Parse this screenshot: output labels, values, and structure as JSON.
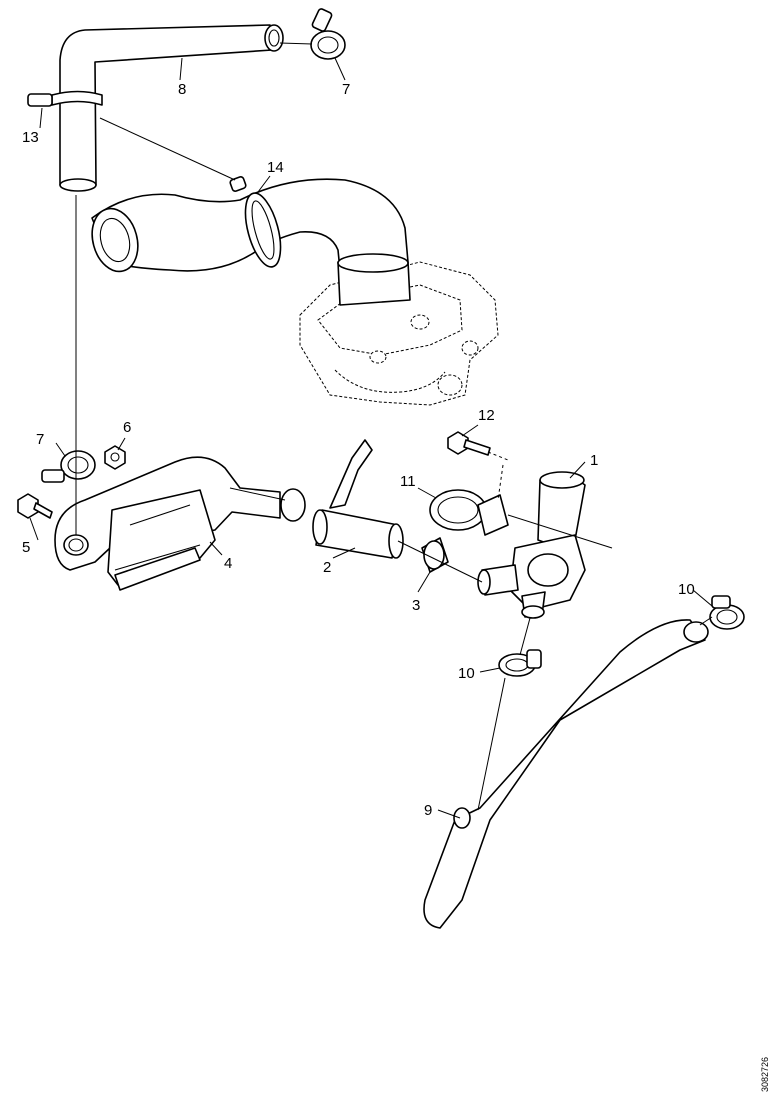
{
  "callouts": [
    "1",
    "2",
    "3",
    "4",
    "5",
    "6",
    "7",
    "7",
    "8",
    "9",
    "10",
    "10",
    "11",
    "12",
    "13",
    "14"
  ],
  "reference_code": "3082726"
}
